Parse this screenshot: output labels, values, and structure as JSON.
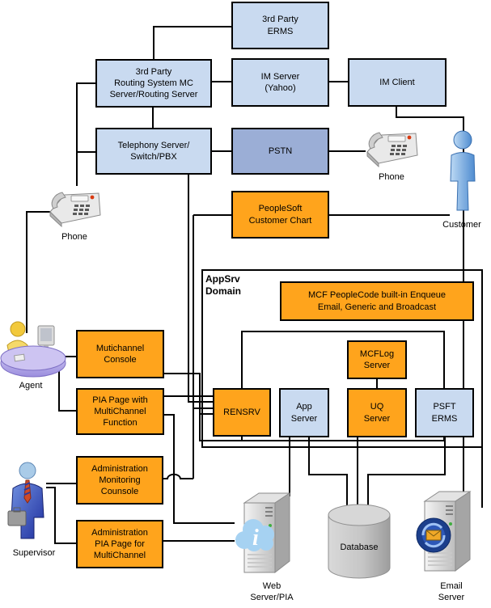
{
  "diagram": {
    "description": "PeopleSoft MultiChannel Framework architecture diagram",
    "region_labels": {
      "appsrv_domain": "AppSrv\nDomain"
    },
    "colors": {
      "node_orange": "#FFA41C",
      "node_light_blue": "#C9DAF0",
      "node_pstn_blue": "#9BAED6",
      "connector_line": "#000000",
      "background": "#FFFFFF"
    }
  },
  "nodes": {
    "erms_3rd_party": {
      "label": "3rd Party\nERMS"
    },
    "routing_system": {
      "label": "3rd Party\nRouting System MC\nServer/Routing Server"
    },
    "im_server": {
      "label": "IM Server\n(Yahoo)"
    },
    "im_client": {
      "label": "IM Client"
    },
    "telephony_server": {
      "label": "Telephony Server/\nSwitch/PBX"
    },
    "pstn": {
      "label": "PSTN"
    },
    "peoplesoft_customer_chart": {
      "label": "PeopleSoft\nCustomer Chart"
    },
    "mcf_peoplecode": {
      "label": "MCF PeopleCode built-in Enqueue\nEmail, Generic and Broadcast"
    },
    "multichannel_console": {
      "label": "Mutichannel\nConsole"
    },
    "pia_page": {
      "label": "PIA Page with\nMultiChannel\nFunction"
    },
    "rensrv": {
      "label": "RENSRV"
    },
    "app_server": {
      "label": "App\nServer"
    },
    "mcflog_server": {
      "label": "MCFLog\nServer"
    },
    "uq_server": {
      "label": "UQ\nServer"
    },
    "psft_erms": {
      "label": "PSFT\nERMS"
    },
    "admin_monitoring_console": {
      "label": "Administration\nMonitoring\nCounsole"
    },
    "admin_pia_page": {
      "label": "Administration\nPIA Page for\nMultiChannel"
    }
  },
  "icon_labels": {
    "phone_top": "Phone",
    "phone_left": "Phone",
    "customer": "Customer",
    "agent": "Agent",
    "supervisor": "Supervisor",
    "web_server": "Web\nServer/PIA",
    "database": "Database",
    "email_server": "Email\nServer"
  },
  "icons": {
    "desk-phone-icon": "gray desk telephone with keypad and red lamp",
    "customer-person-icon": "blue standing 3D person figure",
    "agent-desk-icon": "agent at lavender round desk with workstation",
    "supervisor-person-icon": "person in blue suit with tie and briefcase",
    "server-tower-icon": "gray computer tower",
    "info-cloud-icon": "light blue cloud with italic letter i",
    "email-badge-icon": "blue circular badge with orange envelope",
    "database-cylinder-icon": "gray database cylinder"
  }
}
